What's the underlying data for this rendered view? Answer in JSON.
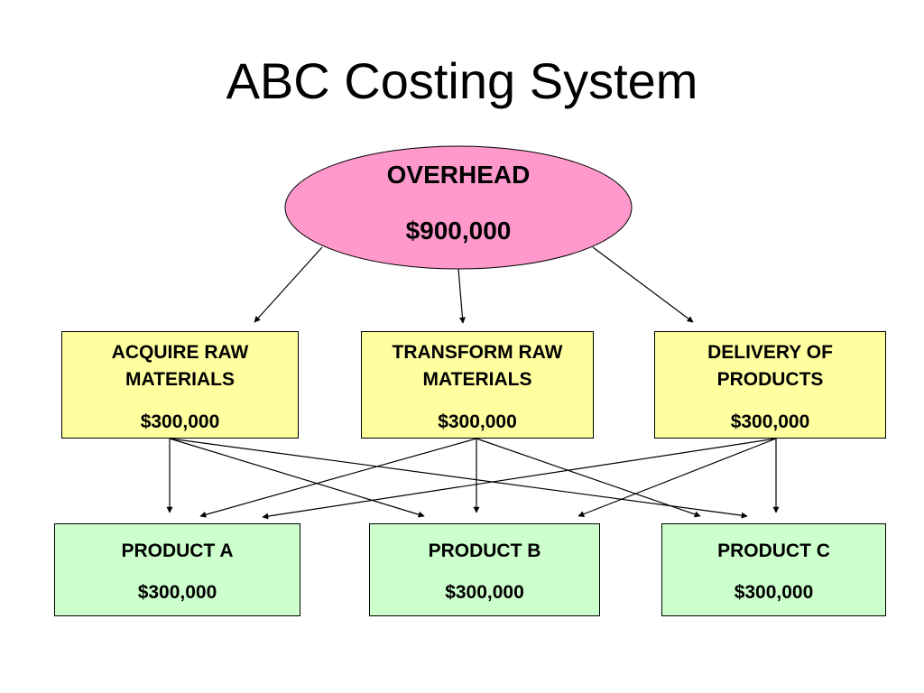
{
  "title": "ABC Costing System",
  "colors": {
    "overhead_fill": "#ff99cc",
    "activity_fill": "#ffffa0",
    "product_fill": "#ccffcc",
    "line": "#000000"
  },
  "overhead": {
    "label": "OVERHEAD",
    "amount": "$900,000"
  },
  "activities": [
    {
      "label": "ACQUIRE RAW\nMATERIALS",
      "amount": "$300,000"
    },
    {
      "label": "TRANSFORM RAW\nMATERIALS",
      "amount": "$300,000"
    },
    {
      "label": "DELIVERY OF\nPRODUCTS",
      "amount": "$300,000"
    }
  ],
  "products": [
    {
      "label": "PRODUCT A",
      "amount": "$300,000"
    },
    {
      "label": "PRODUCT B",
      "amount": "$300,000"
    },
    {
      "label": "PRODUCT C",
      "amount": "$300,000"
    }
  ]
}
